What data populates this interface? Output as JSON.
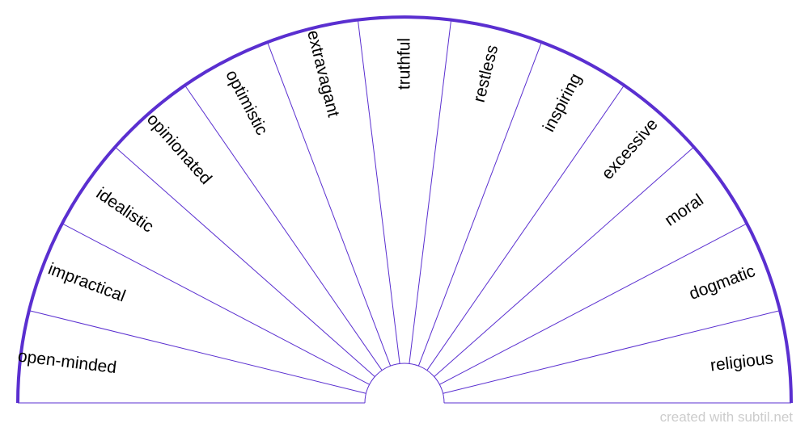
{
  "labels": [
    "open-minded",
    "impractical",
    "idealistic",
    "opinionated",
    "optimistic",
    "extravagant",
    "truthful",
    "restless",
    "inspiring",
    "excessive",
    "moral",
    "dogmatic",
    "religious"
  ],
  "footer": {
    "credit": "created with subtil.net"
  },
  "colors": {
    "stroke": "#5a2fd0",
    "text": "#000000",
    "credit": "#cccccc"
  }
}
